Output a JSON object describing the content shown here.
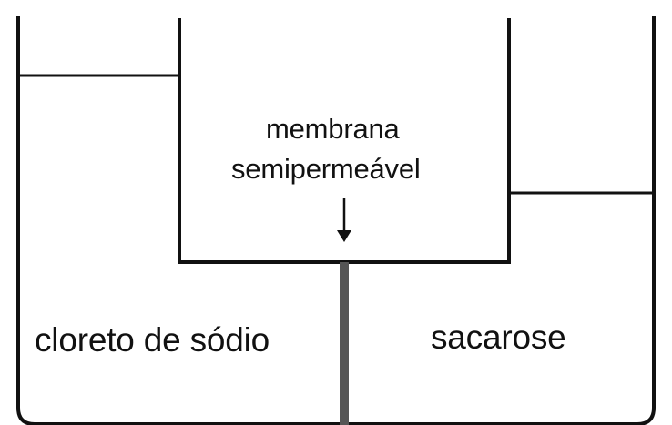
{
  "diagram": {
    "membrane_label_line1": "membrana",
    "membrane_label_line2": "semipermeável",
    "left_compartment_label": "cloreto de sódio",
    "right_compartment_label": "sacarose"
  },
  "colors": {
    "background": "#ffffff",
    "ink": "#111111",
    "membrane": "#555555"
  }
}
